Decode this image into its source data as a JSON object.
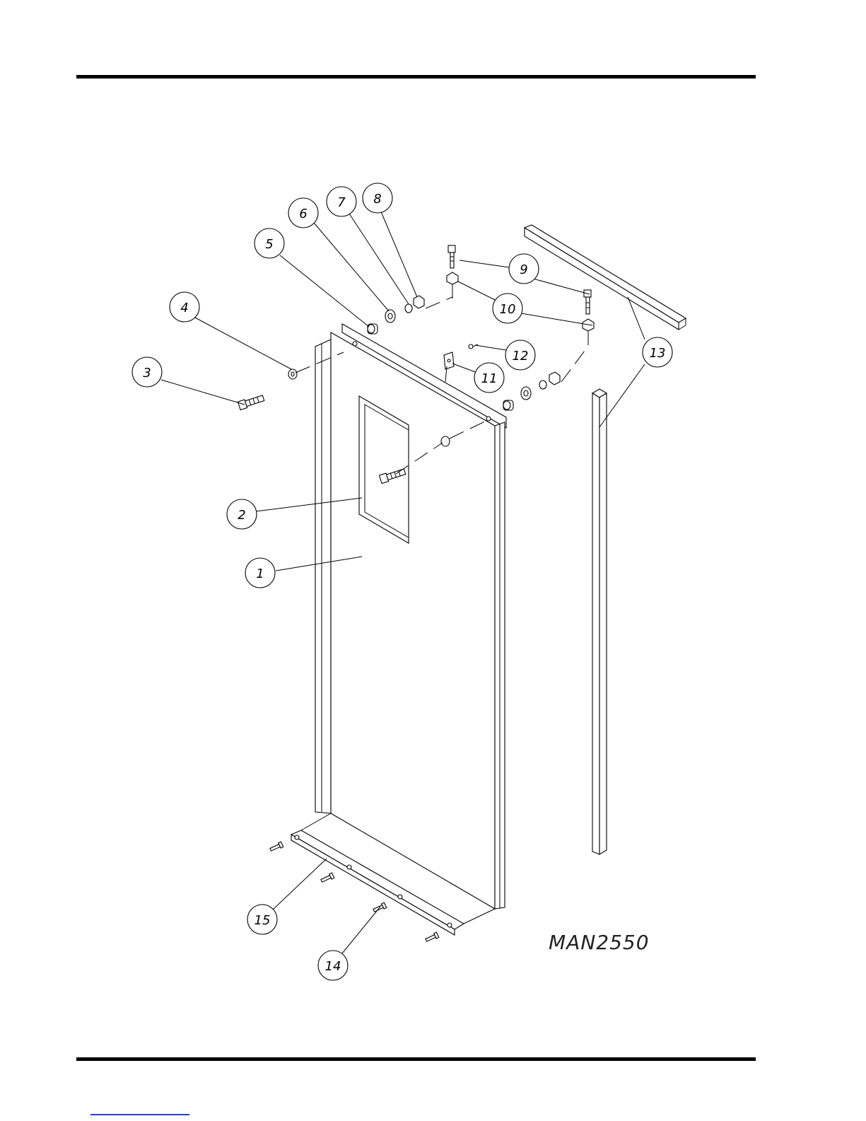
{
  "drawing": {
    "number": "MAN2550"
  },
  "callouts": [
    "1",
    "2",
    "3",
    "4",
    "5",
    "6",
    "7",
    "8",
    "9",
    "10",
    "11",
    "12",
    "13",
    "14",
    "15"
  ]
}
